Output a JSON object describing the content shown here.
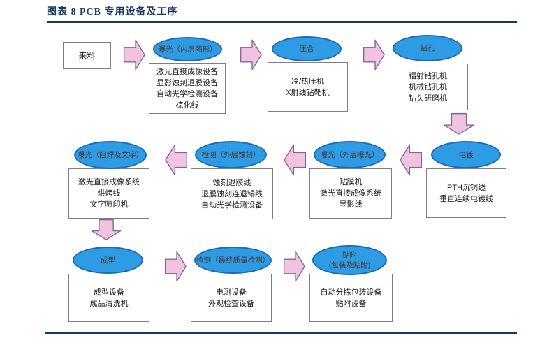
{
  "header": {
    "title": "图表 8  PCB 专用设备及工序"
  },
  "colors": {
    "accent_navy": "#17375E",
    "ellipse_fill": "#2D9CE5",
    "ellipse_border": "#1B6BB8",
    "ellipse_text": "#4A2F26",
    "arrow_fill": "#F2C3DE",
    "arrow_border": "#7B6A9E",
    "box_border": "#7F7F7F"
  },
  "flowchart": {
    "start_label": "来料",
    "stages": [
      {
        "id": "expose-inner",
        "label": "曝光（内层图形）",
        "equipment": [
          "激光直接成像设备",
          "显影蚀刻退膜设备",
          "自动光学检测设备",
          "棕化线"
        ]
      },
      {
        "id": "lamination",
        "label": "压合",
        "equipment": [
          "冷/热压机",
          "X射线钻靶机"
        ]
      },
      {
        "id": "drilling",
        "label": "钻孔",
        "equipment": [
          "镭射钻孔机",
          "机械钻孔机",
          "钻头研磨机"
        ]
      },
      {
        "id": "plating",
        "label": "电镀",
        "equipment": [
          "PTH沉铜线",
          "垂直连续电镀线"
        ]
      },
      {
        "id": "expose-outer",
        "label": "曝光（外层曝光）",
        "equipment": [
          "贴膜机",
          "激光直接成像系统",
          "显影线"
        ]
      },
      {
        "id": "inspect-outer-etch",
        "label": "检测（外层蚀刻）",
        "equipment": [
          "蚀刻退膜线",
          "退膜蚀刻连退锡线",
          "自动光学检测设备"
        ]
      },
      {
        "id": "expose-soldermask",
        "label": "曝光（阻焊及文字）",
        "equipment": [
          "激光直接成像系统",
          "烘烤线",
          "文字喷印机"
        ]
      },
      {
        "id": "forming",
        "label": "成型",
        "equipment": [
          "成型设备",
          "成品清洗机"
        ]
      },
      {
        "id": "inspect-final",
        "label": "检测（最终质量检测）",
        "equipment": [
          "电测设备",
          "外观检查设备"
        ]
      },
      {
        "id": "attach",
        "label": "贴附",
        "label2": "(包装及贴附)",
        "equipment": [
          "自动分拣包装设备",
          "贴附设备"
        ]
      }
    ]
  }
}
